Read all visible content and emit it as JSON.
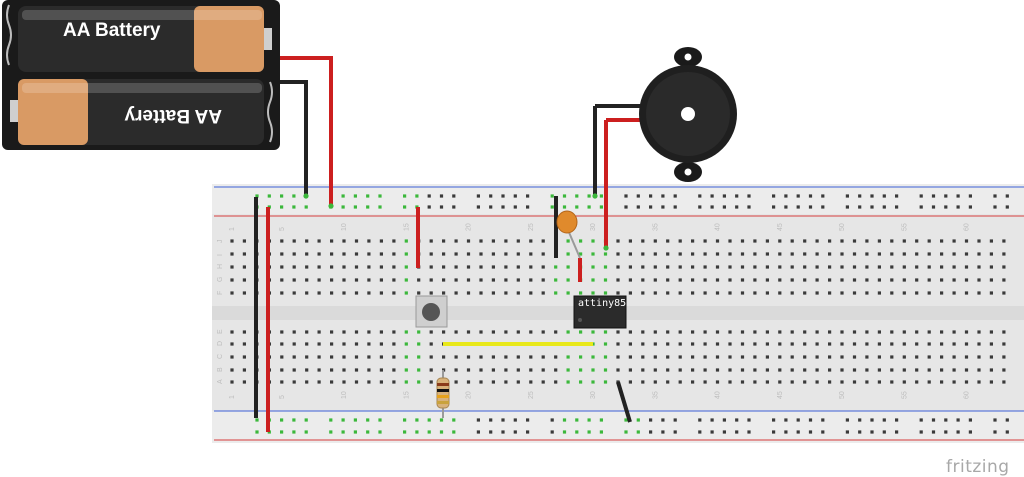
{
  "battery_pack": {
    "top_cell_label": "AA Battery",
    "bottom_cell_label": "AA Battery"
  },
  "chip": {
    "label": "attiny85"
  },
  "breadboard": {
    "column_numbers": [
      "1",
      "5",
      "10",
      "15",
      "20",
      "25",
      "30",
      "35",
      "40",
      "45",
      "50",
      "55",
      "60"
    ],
    "row_letters_top": [
      "J",
      "I",
      "H",
      "G",
      "F"
    ],
    "row_letters_bottom": [
      "E",
      "D",
      "C",
      "B",
      "A"
    ]
  },
  "watermark": {
    "text": "fritzing"
  },
  "colors": {
    "wire_red": "#cc1f1f",
    "wire_black": "#222222",
    "wire_yellow": "#e8e81a",
    "hole_connected": "#3bb83b",
    "rail_blue": "#3d5fd6",
    "rail_red": "#d63d3d",
    "battery_copper": "#d99a64",
    "capacitor_orange": "#e08a2c"
  }
}
